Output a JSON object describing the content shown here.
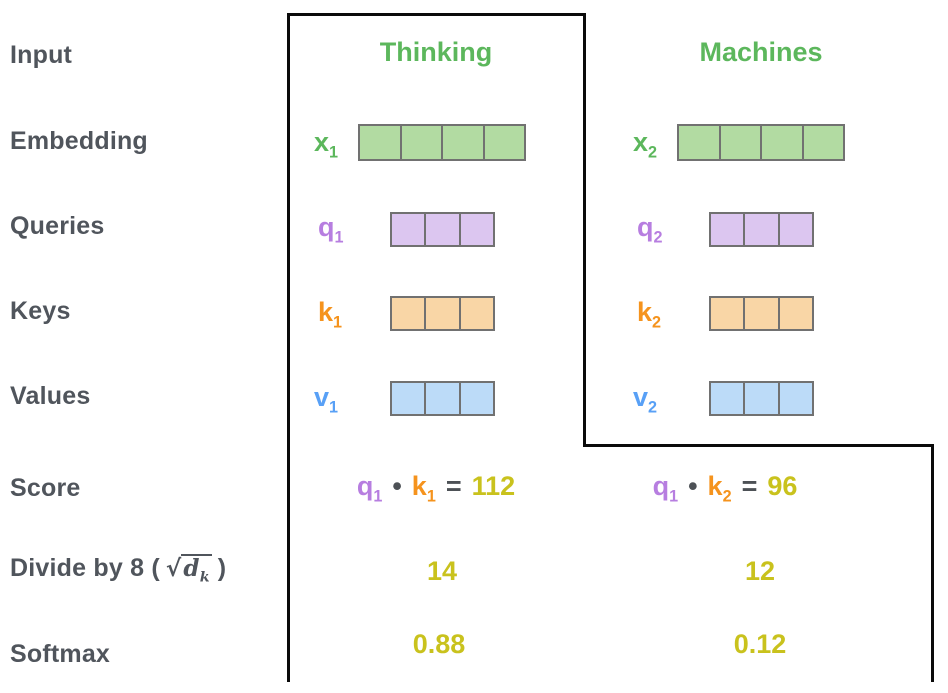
{
  "colors": {
    "label_gray": "#50555c",
    "green": "#5cb75c",
    "purple": "#b77ee0",
    "orange": "#f5931d",
    "blue": "#58a0f6",
    "score_yellow": "#c9c21d",
    "cell_green": "#b2dba2",
    "cell_purple": "#dcc6f0",
    "cell_orange": "#f9d6a6",
    "cell_blue": "#bcdbf8",
    "cell_border": "#717171",
    "outline_black": "#0a0a0a"
  },
  "row_labels": {
    "input": "Input",
    "embedding": "Embedding",
    "queries": "Queries",
    "keys": "Keys",
    "values": "Values",
    "score": "Score",
    "softmax": "Softmax",
    "divide": {
      "prefix": "Divide by 8 (",
      "sqrt_sign": "√",
      "radicand": "d",
      "radicand_sub": "k",
      "suffix": ")"
    }
  },
  "columns": [
    {
      "title": "Thinking",
      "embedding": {
        "label": "x",
        "sub": "1",
        "cells": 4
      },
      "query": {
        "label": "q",
        "sub": "1",
        "cells": 3
      },
      "key": {
        "label": "k",
        "sub": "1",
        "cells": 3
      },
      "value": {
        "label": "v",
        "sub": "1",
        "cells": 3
      },
      "score": {
        "q": "q",
        "q_sub": "1",
        "dot": "•",
        "k": "k",
        "k_sub": "1",
        "equals": "=",
        "result": "112"
      },
      "divide_value": "14",
      "softmax_value": "0.88"
    },
    {
      "title": "Machines",
      "embedding": {
        "label": "x",
        "sub": "2",
        "cells": 4
      },
      "query": {
        "label": "q",
        "sub": "2",
        "cells": 3
      },
      "key": {
        "label": "k",
        "sub": "2",
        "cells": 3
      },
      "value": {
        "label": "v",
        "sub": "2",
        "cells": 3
      },
      "score": {
        "q": "q",
        "q_sub": "1",
        "dot": "•",
        "k": "k",
        "k_sub": "2",
        "equals": "=",
        "result": "96"
      },
      "divide_value": "12",
      "softmax_value": "0.12"
    }
  ]
}
